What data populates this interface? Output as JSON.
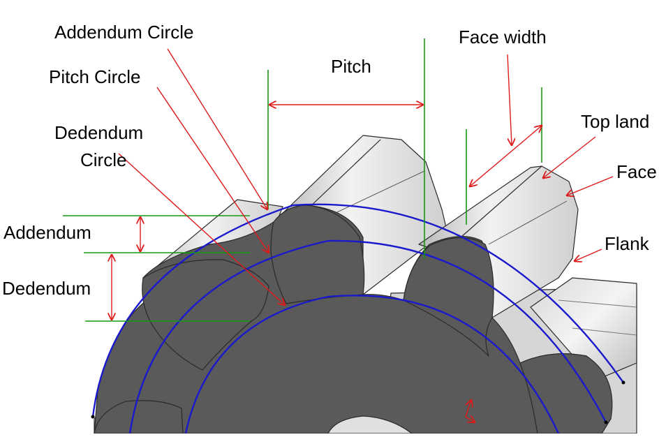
{
  "labels": {
    "addendum_circle": "Addendum Circle",
    "pitch_circle": "Pitch Circle",
    "dedendum_circle_line1": "Dedendum",
    "dedendum_circle_line2": "Circle",
    "pitch": "Pitch",
    "face_width": "Face width",
    "top_land": "Top land",
    "face": "Face",
    "flank": "Flank",
    "addendum": "Addendum",
    "dedendum": "Dedendum"
  },
  "colors": {
    "background": "#ffffff",
    "gear_dark": "#5a5a5a",
    "gear_light": "#e4e4e4",
    "gear_mid": "#c4c4c4",
    "gear_edge": "#2a2a2a",
    "circle_blue": "#1a1acc",
    "leader_red": "#dd1a1a",
    "dimension_green": "#139913"
  }
}
